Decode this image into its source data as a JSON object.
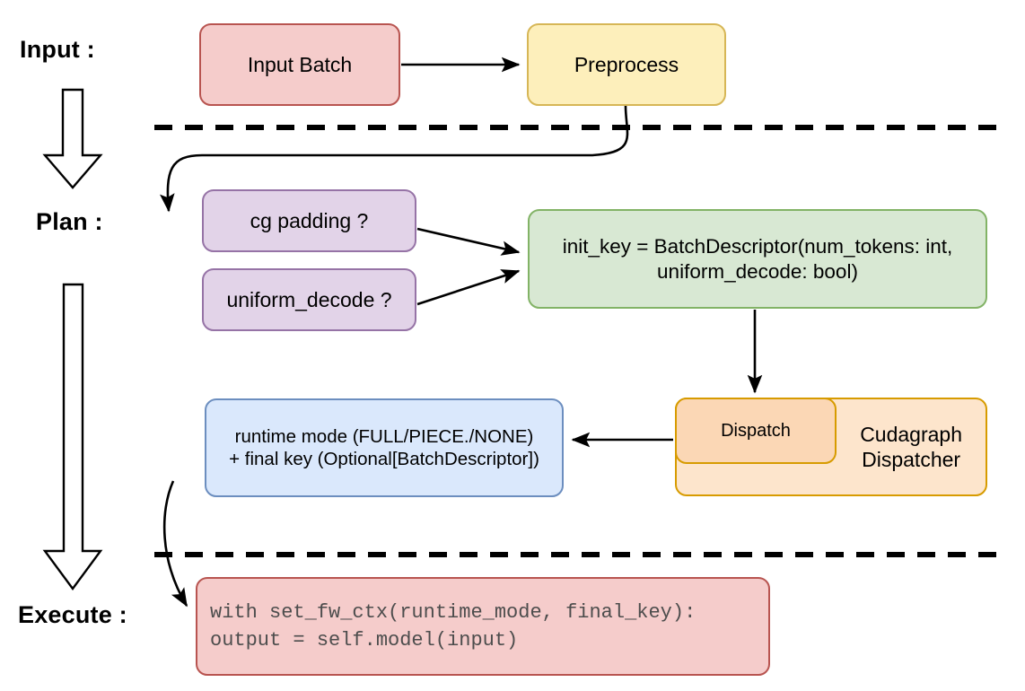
{
  "diagram": {
    "title": "vLLM cudagraph dispatch pipeline",
    "background": "#ffffff"
  },
  "stages": [
    {
      "id": "input",
      "label": "Input :"
    },
    {
      "id": "plan",
      "label": "Plan :"
    },
    {
      "id": "execute",
      "label": "Execute :"
    }
  ],
  "nodes": {
    "input_batch": {
      "label": "Input Batch",
      "fill": "#F5CCCB",
      "stroke": "#B85450"
    },
    "preprocess": {
      "label": "Preprocess",
      "fill": "#FDEFBB",
      "stroke": "#D6B656"
    },
    "cg_padding": {
      "label": "cg padding ?",
      "fill": "#E2D3E8",
      "stroke": "#9673A6"
    },
    "uniform_decode": {
      "label": "uniform_decode ?",
      "fill": "#E2D3E8",
      "stroke": "#9673A6"
    },
    "init_key": {
      "label": "init_key = BatchDescriptor(num_tokens: int,\nuniform_decode: bool)",
      "fill": "#D8E8D3",
      "stroke": "#82B366"
    },
    "dispatch": {
      "label": "Dispatch",
      "fill": "#FBD7B5",
      "stroke": "#D79B00"
    },
    "cudagraph_dispatcher": {
      "label": "Cudagraph\nDispatcher",
      "fill": "#FDE5CC",
      "stroke": "#D79B00"
    },
    "runtime_mode": {
      "label": "runtime mode (FULL/PIECE./NONE)\n+ final key (Optional[BatchDescriptor])",
      "fill": "#DAE8FC",
      "stroke": "#6C8EBF"
    },
    "code_block": {
      "label": "with set_fw_ctx(runtime_mode, final_key):\n    output = self.model(input)",
      "fill": "#F5CCCB",
      "stroke": "#B85450"
    }
  },
  "connectors": [
    {
      "id": "input-batch-to-preprocess",
      "from": "input_batch",
      "to": "preprocess",
      "style": "straight-arrow"
    },
    {
      "id": "preprocess-to-cg-padding",
      "from": "preprocess",
      "to": "cg_padding",
      "style": "curved-arrow"
    },
    {
      "id": "cg-padding-to-init-key",
      "from": "cg_padding",
      "to": "init_key",
      "style": "straight-arrow"
    },
    {
      "id": "uniform-decode-to-init-key",
      "from": "uniform_decode",
      "to": "init_key",
      "style": "straight-arrow"
    },
    {
      "id": "init-key-to-dispatch",
      "from": "init_key",
      "to": "dispatch",
      "style": "straight-arrow"
    },
    {
      "id": "dispatch-to-runtime-mode",
      "from": "dispatch",
      "to": "runtime_mode",
      "style": "straight-arrow"
    },
    {
      "id": "runtime-mode-to-code",
      "from": "runtime_mode",
      "to": "code_block",
      "style": "curved-arrow"
    }
  ],
  "separators": [
    {
      "id": "separator-input-plan",
      "style": "dashed",
      "color": "#000000"
    },
    {
      "id": "separator-plan-execute",
      "style": "dashed",
      "color": "#000000"
    }
  ],
  "stage_arrows": [
    {
      "id": "stage-arrow-input-to-plan",
      "direction": "down"
    },
    {
      "id": "stage-arrow-plan-to-execute",
      "direction": "down"
    }
  ]
}
